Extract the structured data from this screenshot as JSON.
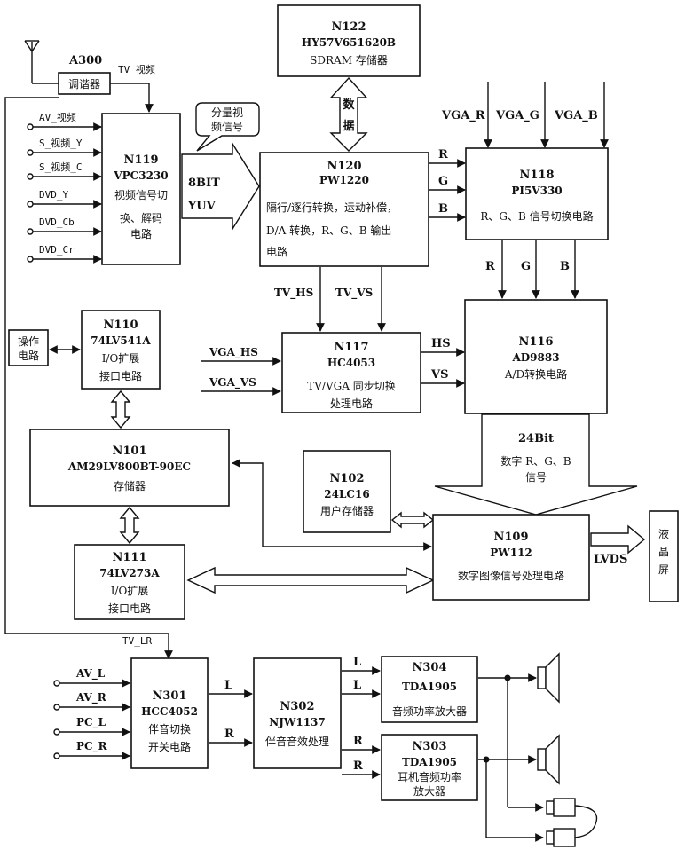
{
  "blocks": {
    "n122": {
      "id": "N122",
      "lines": [
        "HY57V651620B",
        "SDRAM 存储器"
      ]
    },
    "a300": {
      "id": "A300",
      "lines": [
        "调谐器"
      ]
    },
    "n119": {
      "id": "N119",
      "lines": [
        "VPC3230",
        "视频信号切",
        "换、解码",
        "电路"
      ]
    },
    "n120": {
      "id": "N120",
      "lines": [
        "PW1220",
        "隔行/逐行转换，运动补偿，",
        "D/A 转换，R、G、B 输出",
        "电路"
      ]
    },
    "n118": {
      "id": "N118",
      "lines": [
        "PI5V330",
        "R、G、B 信号切换电路"
      ]
    },
    "n110": {
      "id": "N110",
      "lines": [
        "74LV541A",
        "I/O扩展",
        "接口电路"
      ]
    },
    "op": {
      "lines": [
        "操作",
        "电路"
      ]
    },
    "n117": {
      "id": "N117",
      "lines": [
        "HC4053",
        "TV/VGA 同步切换",
        "处理电路"
      ]
    },
    "n116": {
      "id": "N116",
      "lines": [
        "AD9883",
        "A/D转换电路"
      ]
    },
    "n101": {
      "id": "N101",
      "lines": [
        "AM29LV800BT-90EC",
        "存储器"
      ]
    },
    "n102": {
      "id": "N102",
      "lines": [
        "24LC16",
        "用户存储器"
      ]
    },
    "n111": {
      "id": "N111",
      "lines": [
        "74LV273A",
        "I/O扩展",
        "接口电路"
      ]
    },
    "n109": {
      "id": "N109",
      "lines": [
        "PW112",
        "数字图像信号处理电路"
      ]
    },
    "lcd": {
      "lines": [
        "液",
        "晶",
        "屏"
      ]
    },
    "n301": {
      "id": "N301",
      "lines": [
        "HCC4052",
        "伴音切换",
        "开关电路"
      ]
    },
    "n302": {
      "id": "N302",
      "lines": [
        "NJW1137",
        "伴音音效处理"
      ]
    },
    "n304": {
      "id": "N304",
      "lines": [
        "TDA1905",
        "音频功率放大器"
      ]
    },
    "n303": {
      "id": "N303",
      "lines": [
        "TDA1905",
        "耳机音频功率",
        "放大器"
      ]
    }
  },
  "signals": {
    "tv_video": "TV_视频",
    "video_inputs": [
      "AV_视频",
      "S_视频_Y",
      "S_视频_C",
      "DVD_Y",
      "DVD_Cb",
      "DVD_Cr"
    ],
    "component_bubble": [
      "分量视",
      "频信号"
    ],
    "bit8": "8BIT",
    "yuv": "YUV",
    "data_bus": [
      "数",
      "据"
    ],
    "vga_inputs": [
      "VGA_R",
      "VGA_G",
      "VGA_B"
    ],
    "r": "R",
    "g": "G",
    "b": "B",
    "tv_hs": "TV_HS",
    "tv_vs": "TV_VS",
    "vga_hs": "VGA_HS",
    "vga_vs": "VGA_VS",
    "hs": "HS",
    "vs": "VS",
    "bit24": "24Bit",
    "digital_rgb": "数字 R、G、B",
    "signal_word": "信号",
    "lvds": "LVDS",
    "tv_lr": "TV_LR",
    "audio_inputs": [
      "AV_L",
      "AV_R",
      "PC_L",
      "PC_R"
    ],
    "l": "L"
  }
}
